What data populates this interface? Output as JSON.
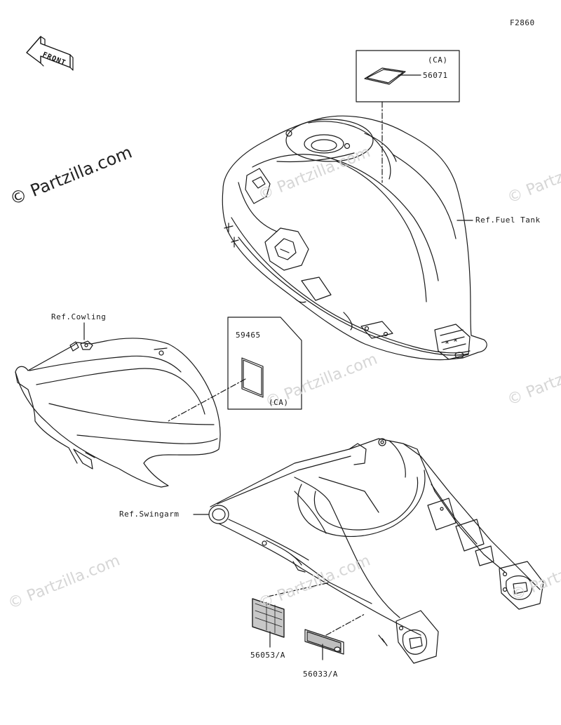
{
  "figure_code": "F2860",
  "direction_arrow": {
    "label": "FRONT"
  },
  "watermark": {
    "primary": "© Partzilla.com",
    "fragment": "© Partz"
  },
  "references": {
    "fuel_tank": "Ref.Fuel Tank",
    "cowling": "Ref.Cowling",
    "swingarm": "Ref.Swingarm"
  },
  "callouts": {
    "tank_label": {
      "part_no": "56071",
      "region": "(CA)"
    },
    "cowling_label": {
      "part_no": "59465",
      "region": "(CA)"
    },
    "swingarm_label_a": {
      "part_no": "56053/A"
    },
    "swingarm_label_b": {
      "part_no": "56033/A"
    }
  },
  "colors": {
    "line": "#1a1a1a",
    "watermark": "#d6d6d6"
  }
}
